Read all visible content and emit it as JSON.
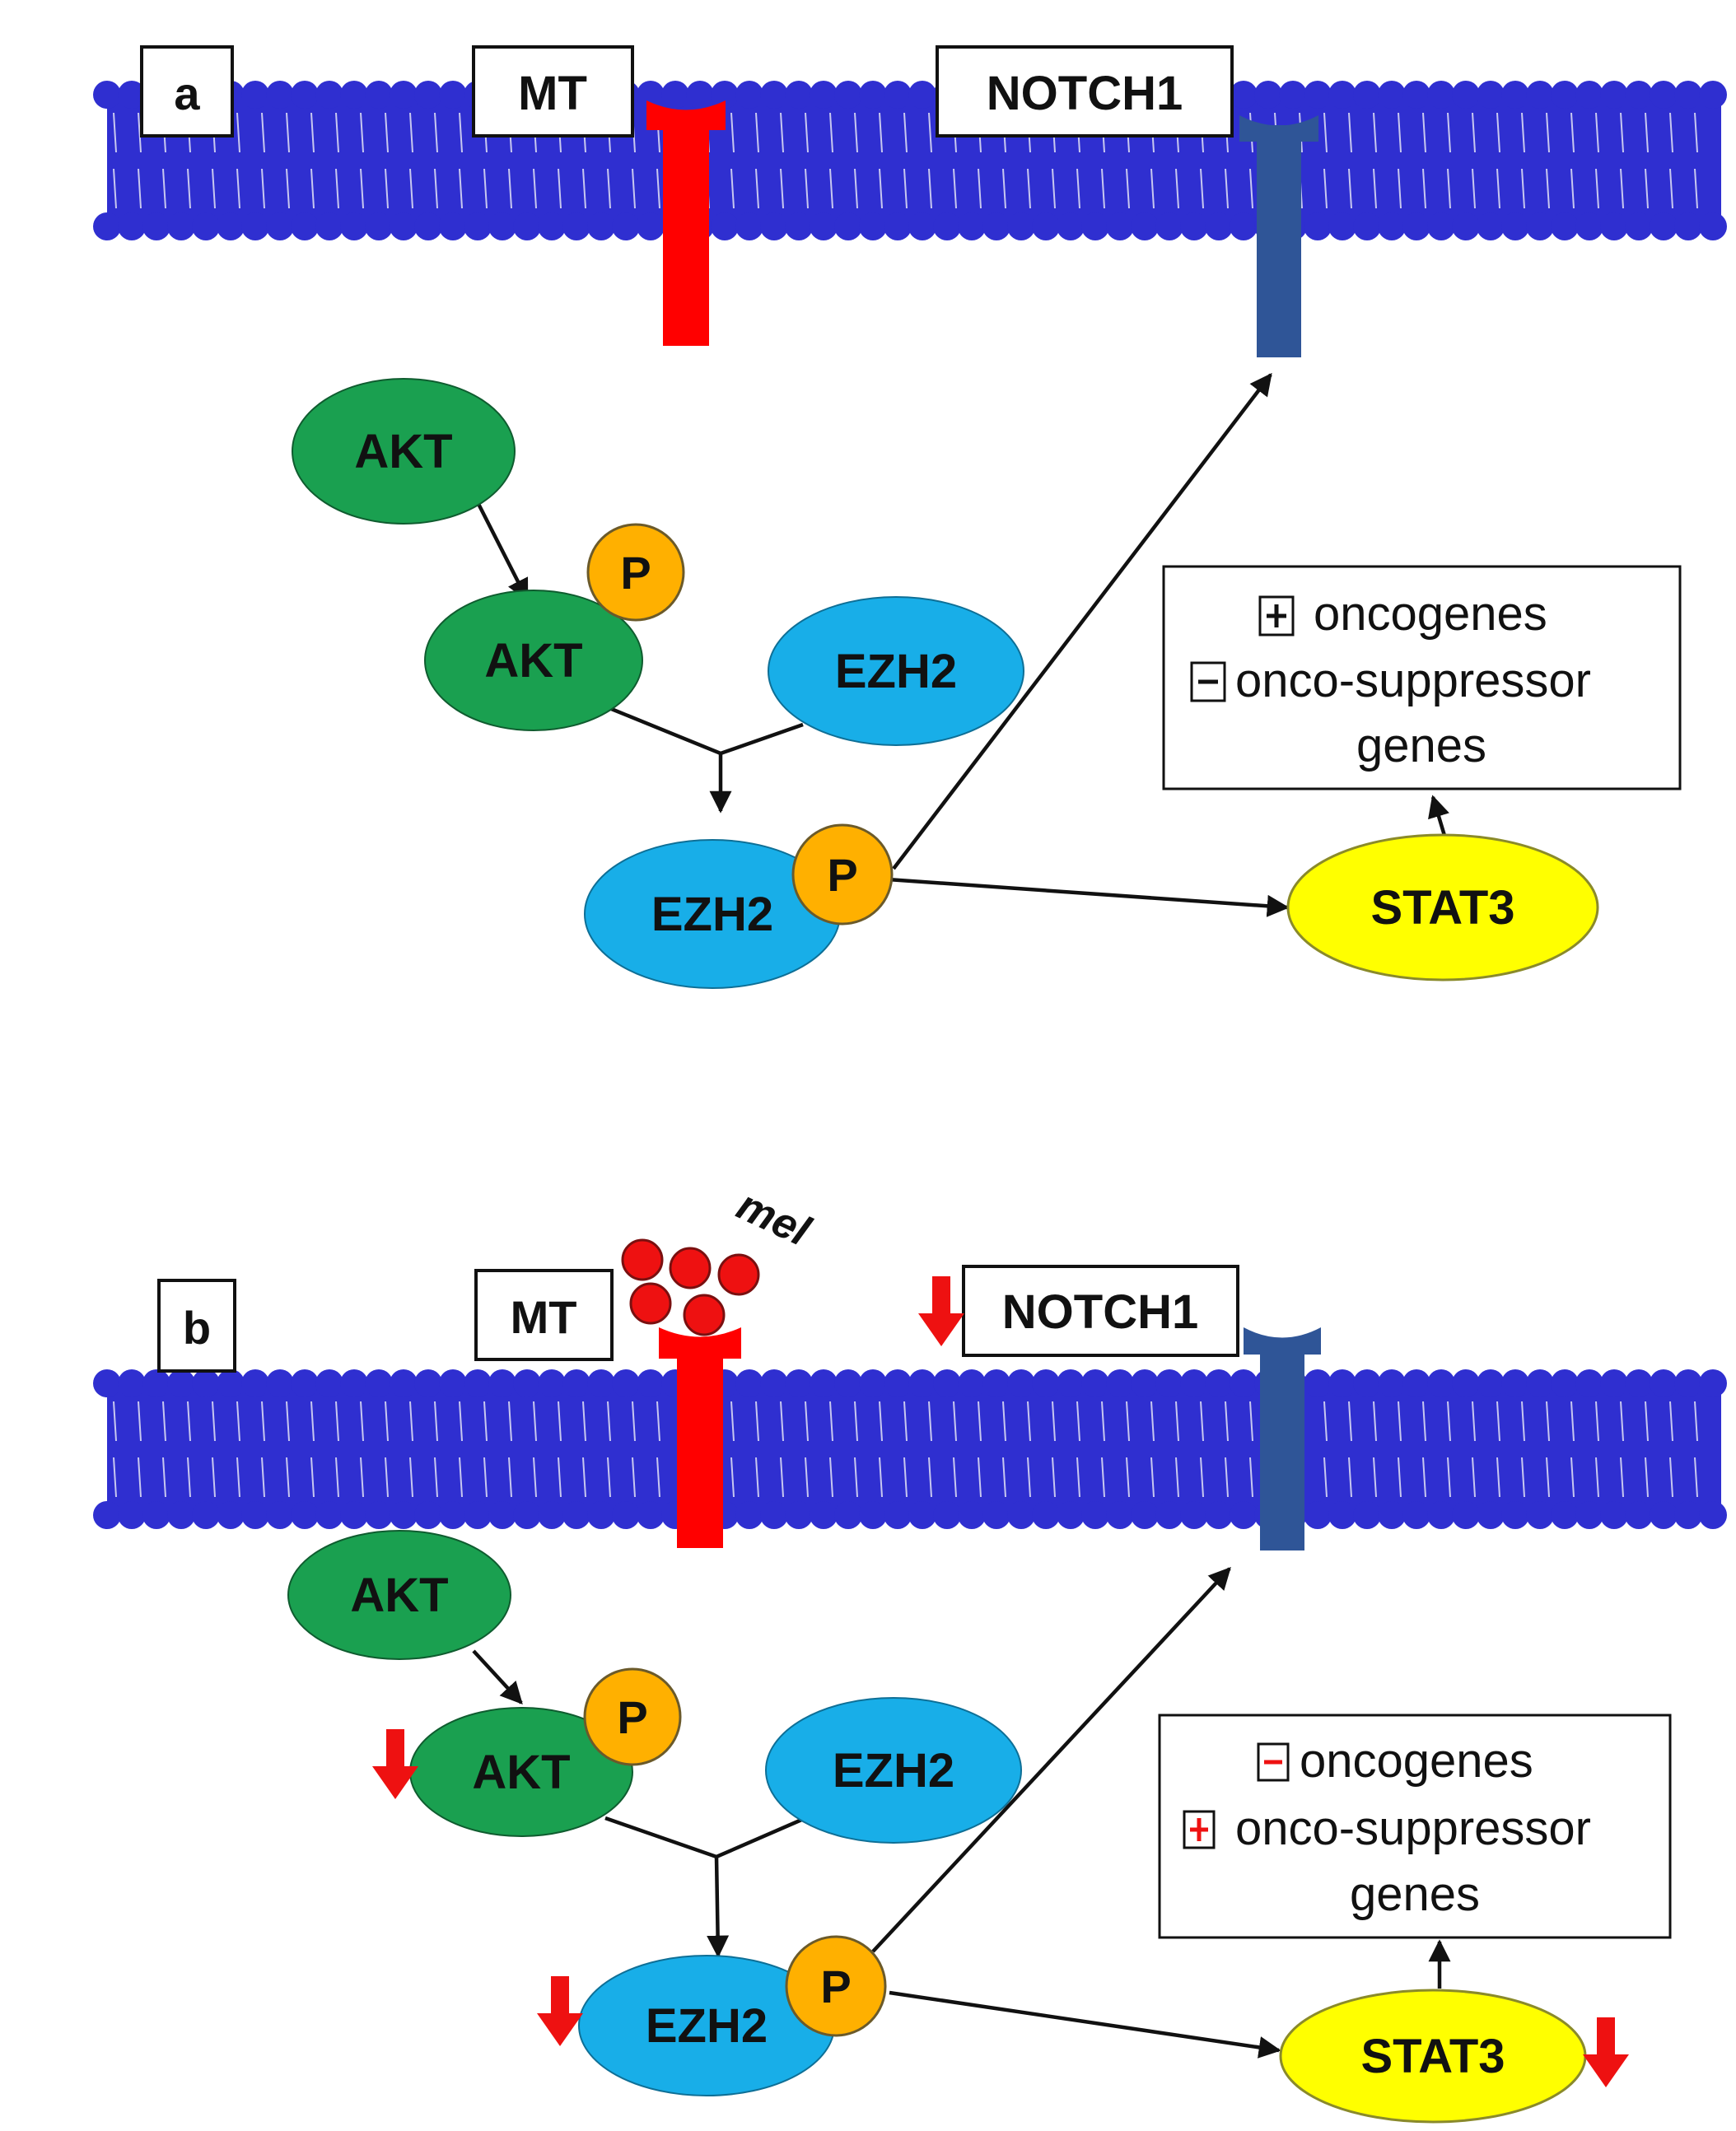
{
  "colors": {
    "membrane": "#2f2fd0",
    "membrane_line": "#c8c8f0",
    "mt_receptor": "#ff0000",
    "notch_receptor": "#2f5597",
    "akt": "#1aa050",
    "ezh2": "#18aee8",
    "stat3": "#ffff00",
    "phospho": "#ffb000",
    "melatonin": "#ee1111",
    "decrease_arrow": "#ee1111"
  },
  "panels": [
    {
      "id": "a",
      "label": "a",
      "mt_label": "MT",
      "notch_label": "NOTCH1",
      "akt_label": "AKT",
      "akt_p_label": "AKT",
      "ezh2_label": "EZH2",
      "ezh2_p_label": "EZH2",
      "phospho_label": "P",
      "stat3_label": "STAT3",
      "effect": {
        "line1_sign": "+",
        "line1_text": "oncogenes",
        "line2_sign": "-",
        "line2_text": "onco-suppressor",
        "line3_text": "genes"
      }
    },
    {
      "id": "b",
      "label": "b",
      "mt_label": "MT",
      "mel_label": "mel",
      "notch_label": "NOTCH1",
      "akt_label": "AKT",
      "akt_p_label": "AKT",
      "ezh2_label": "EZH2",
      "ezh2_p_label": "EZH2",
      "phospho_label": "P",
      "stat3_label": "STAT3",
      "effect": {
        "line1_sign": "-",
        "line1_text": "oncogenes",
        "line2_sign": "+",
        "line2_text": "onco-suppressor",
        "line3_text": "genes"
      }
    }
  ],
  "icons": [
    "decrease-arrow-icon",
    "plus-sign-icon",
    "minus-sign-icon",
    "arrow-icon"
  ]
}
